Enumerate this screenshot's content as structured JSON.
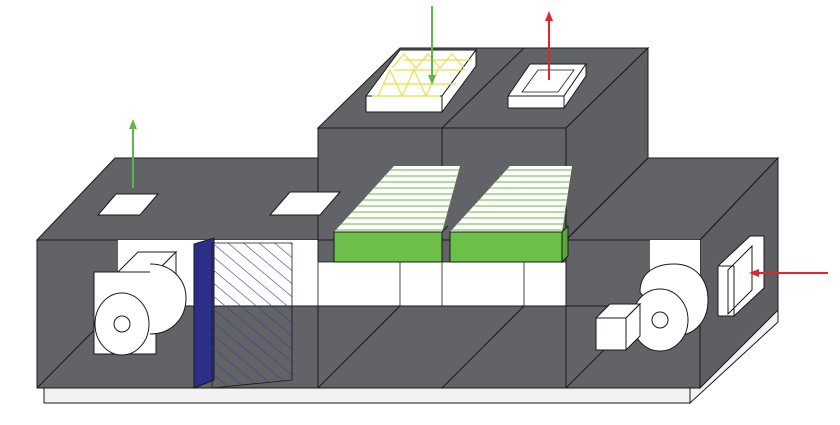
{
  "colors": {
    "housing_dark": "#626366",
    "housing_line": "#1a1a1a",
    "opening": "#ffffff",
    "base_rail": "#f2f2f2",
    "green_coil": "#6cc04a",
    "green_lines": "#69b83f",
    "blue_filter": "#2b2f88",
    "hatch_lines": "#3a3e98",
    "yellow_filter": "#e6e04a",
    "arrow_green": "#5cb84a",
    "arrow_red": "#e0262a"
  },
  "components": [
    "return-fan",
    "bag-filter",
    "cooling-coil-left",
    "cooling-coil-right",
    "supply-fan",
    "fresh-air-louver",
    "outdoor-air-intake-filter",
    "exhaust-air-outlet",
    "relief-air-outlet",
    "return-air-inlet"
  ],
  "airflow": {
    "relief_left": "up",
    "outdoor_intake_top": "down",
    "exhaust_top": "up",
    "return_side": "left"
  }
}
